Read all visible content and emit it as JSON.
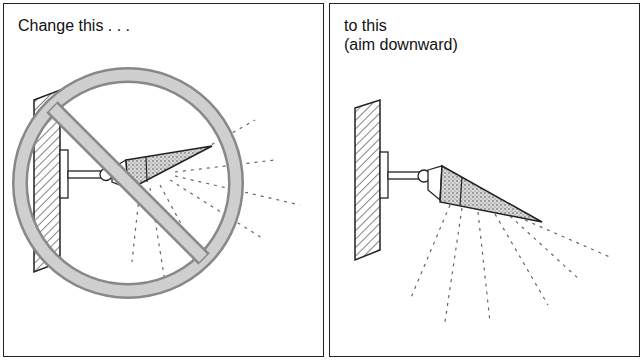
{
  "diagram": {
    "nodes": [
      {
        "text": [
          "Change this . . ."
        ]
      },
      {
        "text": [
          "to this",
          "(aim downward)"
        ]
      }
    ]
  }
}
